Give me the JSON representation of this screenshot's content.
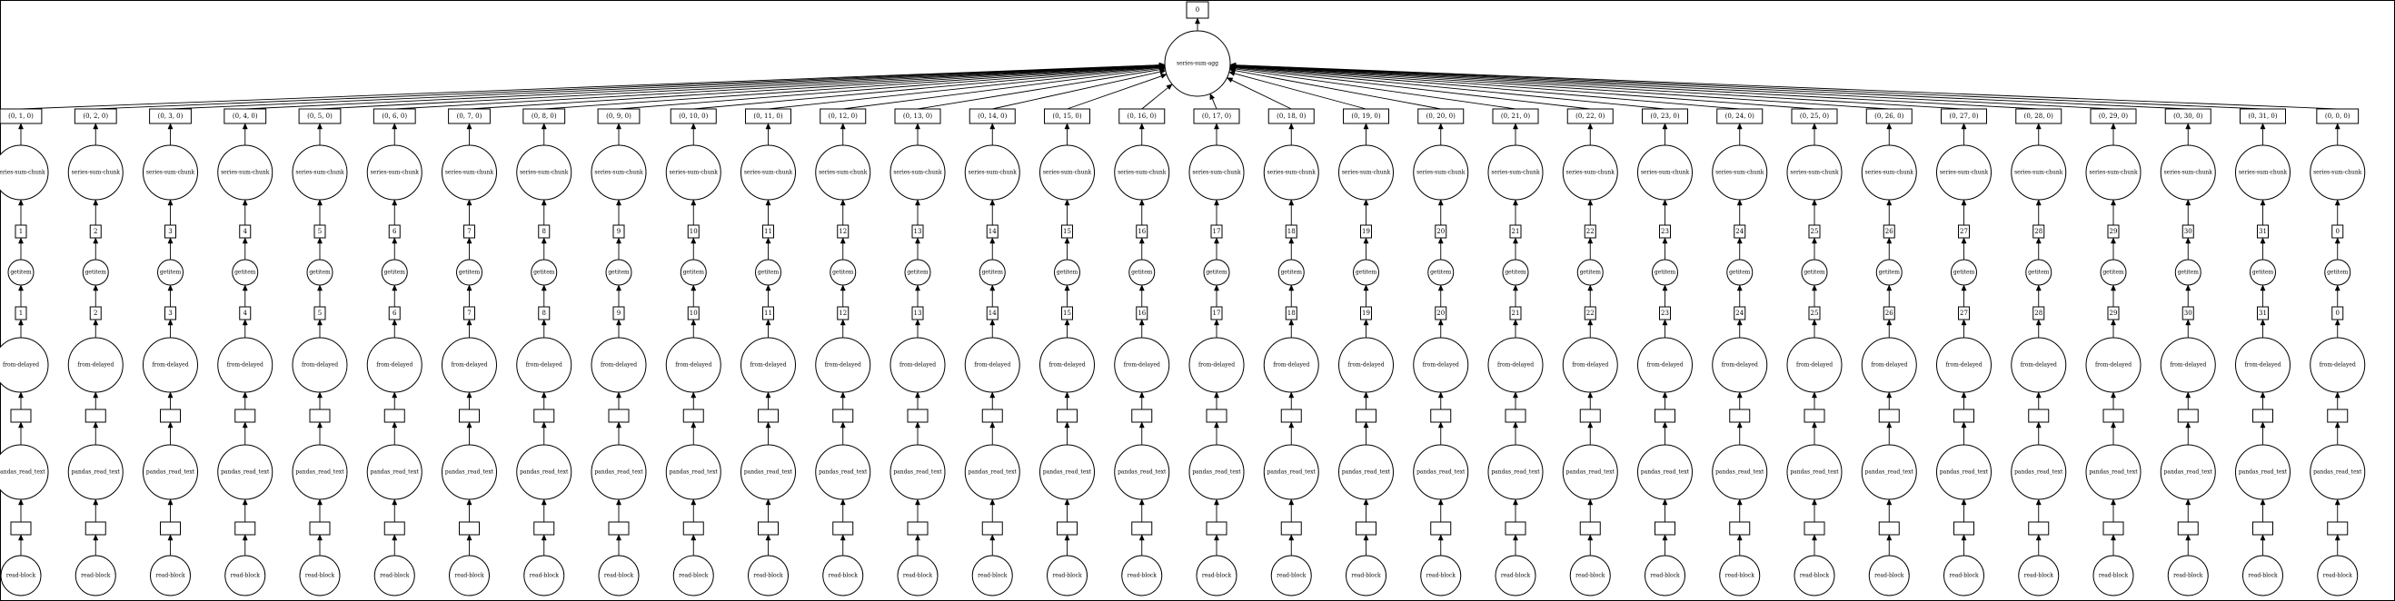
{
  "diagram": {
    "root": {
      "label": "0"
    },
    "aggregate": {
      "label": "series-sum-agg"
    },
    "columns": [
      {
        "key": "(0, 1, 0)",
        "index": "1"
      },
      {
        "key": "(0, 2, 0)",
        "index": "2"
      },
      {
        "key": "(0, 3, 0)",
        "index": "3"
      },
      {
        "key": "(0, 4, 0)",
        "index": "4"
      },
      {
        "key": "(0, 5, 0)",
        "index": "5"
      },
      {
        "key": "(0, 6, 0)",
        "index": "6"
      },
      {
        "key": "(0, 7, 0)",
        "index": "7"
      },
      {
        "key": "(0, 8, 0)",
        "index": "8"
      },
      {
        "key": "(0, 9, 0)",
        "index": "9"
      },
      {
        "key": "(0, 10, 0)",
        "index": "10"
      },
      {
        "key": "(0, 11, 0)",
        "index": "11"
      },
      {
        "key": "(0, 12, 0)",
        "index": "12"
      },
      {
        "key": "(0, 13, 0)",
        "index": "13"
      },
      {
        "key": "(0, 14, 0)",
        "index": "14"
      },
      {
        "key": "(0, 15, 0)",
        "index": "15"
      },
      {
        "key": "(0, 16, 0)",
        "index": "16"
      },
      {
        "key": "(0, 17, 0)",
        "index": "17"
      },
      {
        "key": "(0, 18, 0)",
        "index": "18"
      },
      {
        "key": "(0, 19, 0)",
        "index": "19"
      },
      {
        "key": "(0, 20, 0)",
        "index": "20"
      },
      {
        "key": "(0, 21, 0)",
        "index": "21"
      },
      {
        "key": "(0, 22, 0)",
        "index": "22"
      },
      {
        "key": "(0, 23, 0)",
        "index": "23"
      },
      {
        "key": "(0, 24, 0)",
        "index": "24"
      },
      {
        "key": "(0, 25, 0)",
        "index": "25"
      },
      {
        "key": "(0, 26, 0)",
        "index": "26"
      },
      {
        "key": "(0, 27, 0)",
        "index": "27"
      },
      {
        "key": "(0, 28, 0)",
        "index": "28"
      },
      {
        "key": "(0, 29, 0)",
        "index": "29"
      },
      {
        "key": "(0, 30, 0)",
        "index": "30"
      },
      {
        "key": "(0, 31, 0)",
        "index": "31"
      },
      {
        "key": "(0, 0, 0)",
        "index": "0"
      }
    ],
    "labels": {
      "chunk": "series-sum-chunk",
      "getitem": "getitem",
      "from_delayed": "from-delayed",
      "pandas_read": "pandas_read_text",
      "read_block": "read-block"
    }
  }
}
